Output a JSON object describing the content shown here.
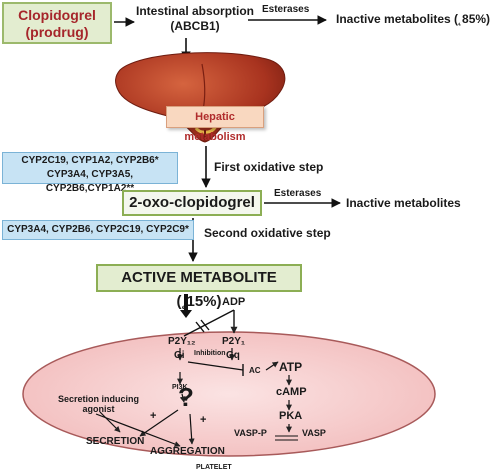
{
  "prodrug": {
    "line1": "Clopidogrel",
    "line2": "(prodrug)"
  },
  "absorption": {
    "line1": "Intestinal absorption",
    "line2": "(ABCB1)"
  },
  "esterases_top": "Esterases",
  "inactive_top": "Inactive metabolites (˛85%)",
  "hepatic": "Hepatic metabolism",
  "cyp_step1": {
    "line1": "CYP2C19, CYP1A2, CYP2B6*",
    "line2": "CYP3A4, CYP3A5, CYP2B6,CYP1A2**"
  },
  "first_step": "First oxidative step",
  "oxo": "2-oxo-clopidogrel",
  "esterases_mid": "Esterases",
  "inactive_mid": "Inactive metabolites",
  "cyp_step2": "CYP3A4, CYP2B6, CYP2C19, CYP2C9*",
  "second_step": "Second oxidative step",
  "active": "ACTIVE METABOLITE (˛15%)",
  "platelet": {
    "adp": "ADP",
    "p2y12": "P2Y₁₂",
    "p2y1": "P2Y₁",
    "gi": "Gi",
    "gq": "Gq",
    "inhibition": "Inhibition",
    "ac": "AC",
    "atp": "ATP",
    "camp": "cAMP",
    "pka": "PKA",
    "vasp_p": "VASP-P",
    "vasp": "VASP",
    "pi3k": "PI3K",
    "question": "?",
    "secretion_agonist_1": "Secretion inducing",
    "secretion_agonist_2": "agonist",
    "plus1": "+",
    "plus2": "+",
    "secretion": "SECRETION",
    "aggregation": "AGGREGATION",
    "label": "PLATELET"
  },
  "colors": {
    "liver": "#a8331f",
    "platelet_fill": "#f6cccc",
    "platelet_stroke": "#a85a5a",
    "box_green": "#8cae54",
    "box_blue": "#c7e3f4"
  }
}
